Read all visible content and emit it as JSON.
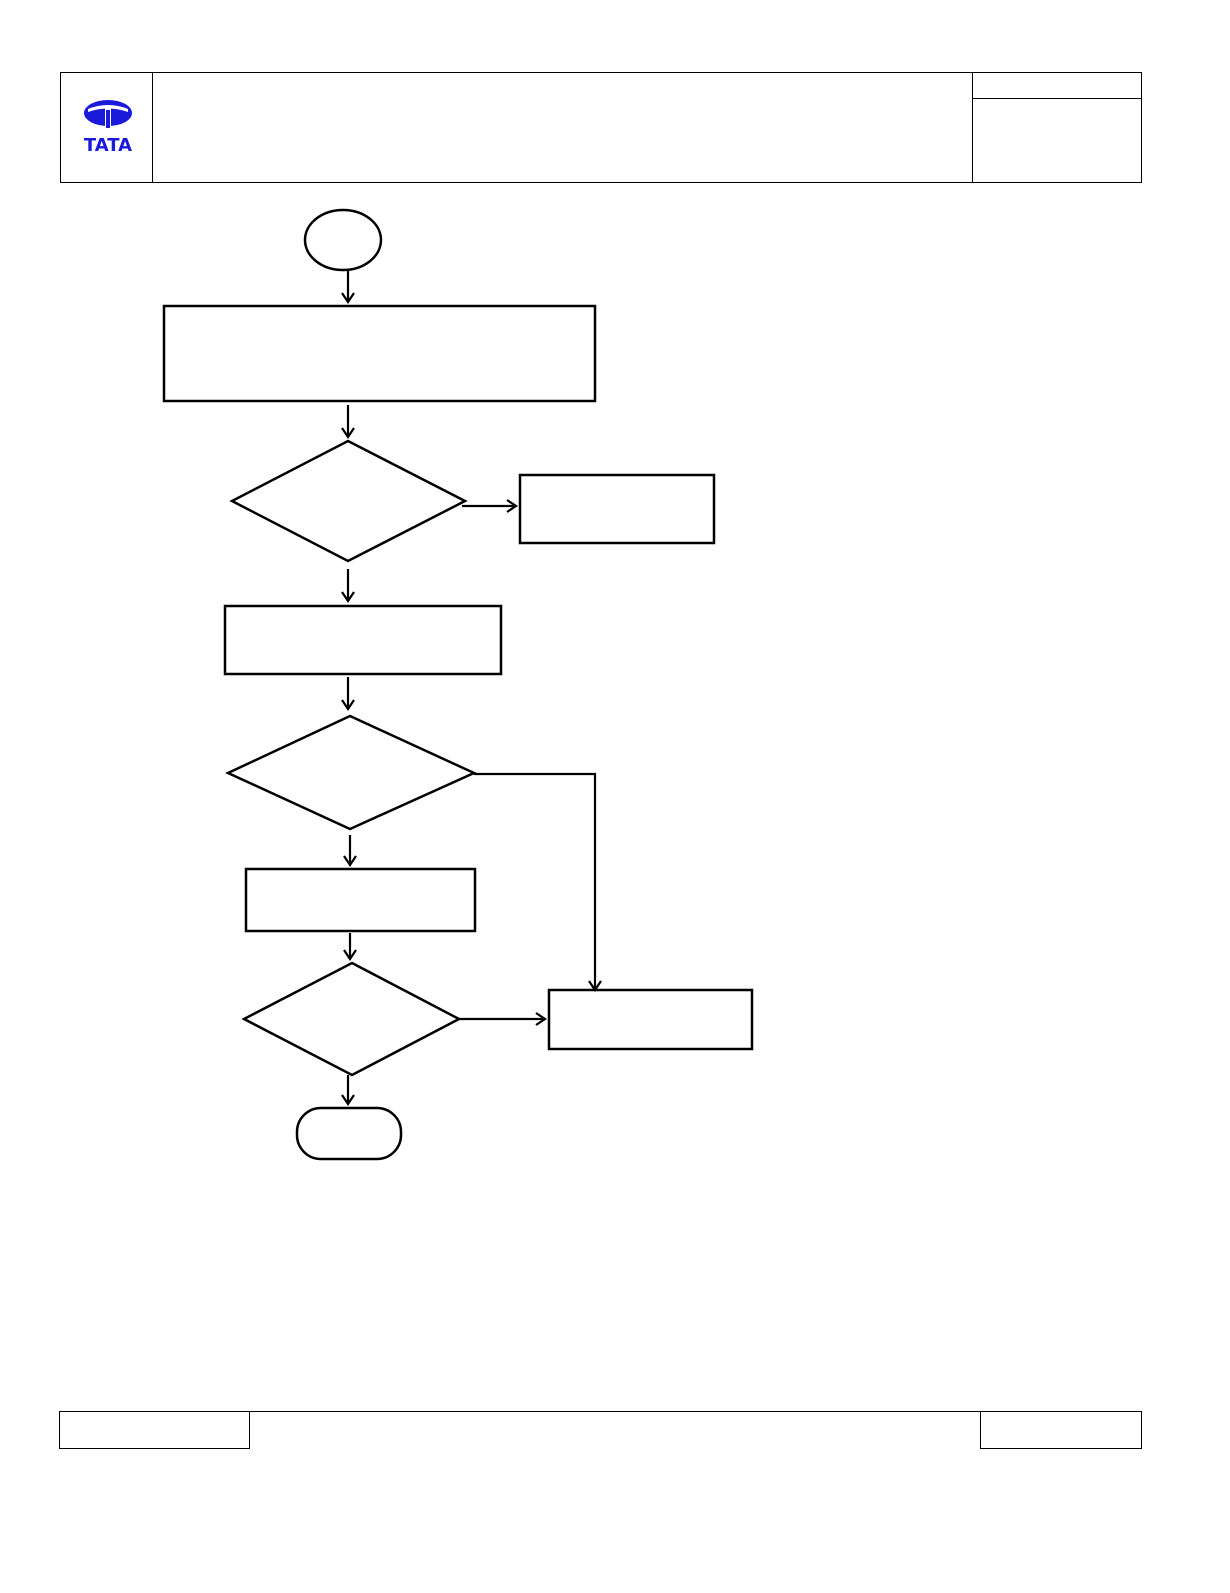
{
  "document": {
    "logo_text": "TATA",
    "brand_color": "#1a1adb"
  },
  "flowchart": {
    "start_label": "",
    "end_label": "",
    "nodes": [
      {
        "id": "start",
        "type": "terminal-circle",
        "label": ""
      },
      {
        "id": "step-1",
        "type": "process",
        "label": ""
      },
      {
        "id": "decision-1",
        "type": "decision",
        "label": ""
      },
      {
        "id": "side-box-1",
        "type": "process",
        "label": ""
      },
      {
        "id": "step-2",
        "type": "process",
        "label": ""
      },
      {
        "id": "decision-2",
        "type": "decision",
        "label": ""
      },
      {
        "id": "step-3",
        "type": "process",
        "label": ""
      },
      {
        "id": "decision-3",
        "type": "decision",
        "label": ""
      },
      {
        "id": "side-box-2",
        "type": "process",
        "label": ""
      },
      {
        "id": "end",
        "type": "terminal-rounded",
        "label": ""
      }
    ],
    "edges": [
      {
        "from": "start",
        "to": "step-1"
      },
      {
        "from": "step-1",
        "to": "decision-1"
      },
      {
        "from": "decision-1",
        "to": "side-box-1"
      },
      {
        "from": "decision-1",
        "to": "step-2"
      },
      {
        "from": "step-2",
        "to": "decision-2"
      },
      {
        "from": "decision-2",
        "to": "step-3"
      },
      {
        "from": "decision-2",
        "to": "side-box-2"
      },
      {
        "from": "step-3",
        "to": "decision-3"
      },
      {
        "from": "decision-3",
        "to": "side-box-2"
      },
      {
        "from": "decision-3",
        "to": "end"
      }
    ]
  }
}
